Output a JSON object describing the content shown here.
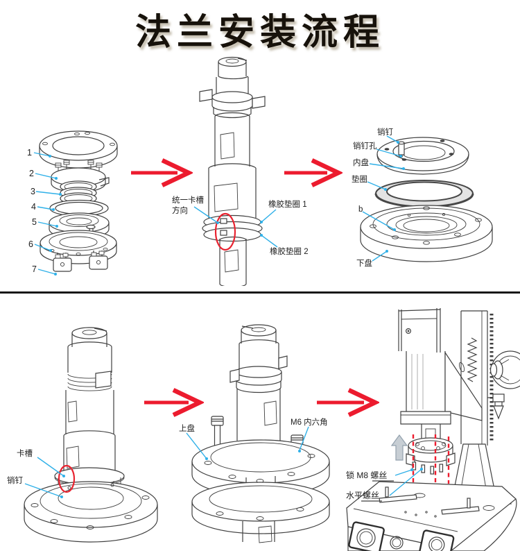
{
  "title": "法兰安装流程",
  "colors": {
    "arrow_red": "#ec1b2e",
    "leader_blue": "#2fb0e8",
    "highlight_red": "#e82330",
    "dash_red": "#ee1c2e",
    "block_arrow_gray": "#c7ced4",
    "line_art": "#3f3f3f"
  },
  "panels": {
    "exploded": {
      "numbers": [
        "1",
        "2",
        "3",
        "4",
        "5",
        "6",
        "7"
      ]
    },
    "transducer_gaskets": {
      "note_line1": "统一卡槽",
      "note_line2": "方向",
      "gasket1": "橡胶垫圈 1",
      "gasket2": "橡胶垫圈 2"
    },
    "flange_parts": {
      "pin": "销钉",
      "pin_hole": "销钉孔",
      "inner_disc": "内盘",
      "washer": "垫圈",
      "b": "b",
      "lower_disc": "下盘"
    },
    "insert": {
      "slot": "卡槽",
      "pin": "销钉"
    },
    "fasten": {
      "upper_disc": "上盘",
      "hex": "M6 内六角"
    },
    "machine": {
      "lock_m8": "锁 M8 螺丝",
      "level_screw": "水平螺丝"
    }
  }
}
